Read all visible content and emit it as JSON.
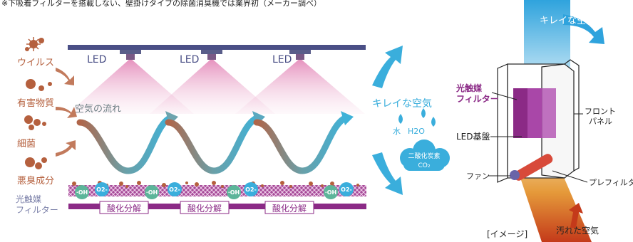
{
  "note": "※下吸着フィルターを搭載しない、壁掛けタイプの除菌消臭機では業界初（メーカー調べ）",
  "left": {
    "led_labels": [
      "LED",
      "LED",
      "LED"
    ],
    "pollutants": [
      "ウイルス",
      "有害物質",
      "細菌",
      "悪臭成分"
    ],
    "airflow_label": "空気の流れ",
    "clean_air": "キレイな空気",
    "water_label": "水",
    "h2o_label": "H2O",
    "co2_label": "二酸化炭素",
    "co2_formula": "CO₂",
    "filter_label": [
      "光触媒",
      "フィルター"
    ],
    "oxidation_labels": [
      "酸化分解",
      "酸化分解",
      "酸化分解"
    ],
    "radicals": [
      "·OH",
      "O2-",
      "·OH",
      "O2-",
      "·OH",
      "O2-",
      "·OH",
      "O2-"
    ]
  },
  "right": {
    "clean_air": "キレイな空気",
    "photocatalyst": [
      "光触媒",
      "フィルター"
    ],
    "led_board": "LED基盤",
    "fan": "ファン",
    "front_panel": [
      "フロント",
      "パネル"
    ],
    "prefilter": "プレフィルター",
    "dirty_air": "汚れた空気",
    "image_caption": "[イメージ]"
  },
  "colors": {
    "pollutant": "#b5603e",
    "cyan": "#3aaedc",
    "purple": "#8b2a86",
    "filter_label": "#7a7fa8"
  }
}
